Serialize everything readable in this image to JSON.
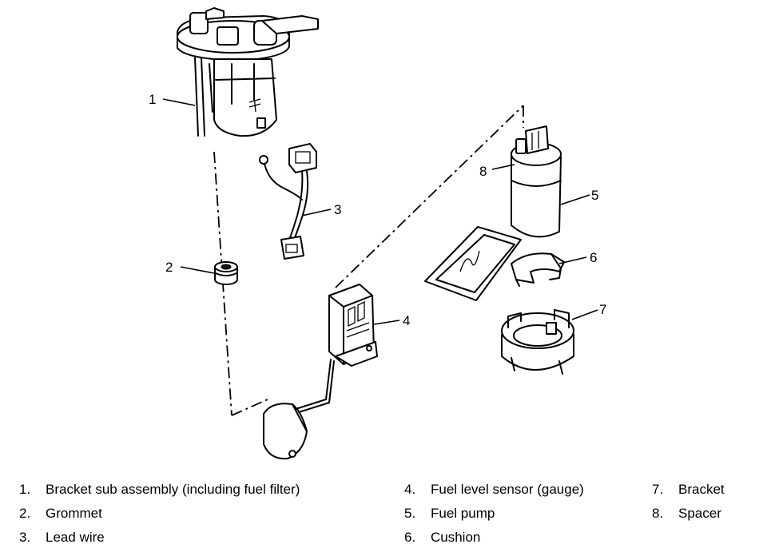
{
  "callouts": {
    "c1": "1",
    "c2": "2",
    "c3": "3",
    "c4": "4",
    "c5": "5",
    "c6": "6",
    "c7": "7",
    "c8": "8"
  },
  "legend": {
    "col_a": [
      {
        "num": "1.",
        "label": "Bracket sub assembly (including fuel filter)"
      },
      {
        "num": "2.",
        "label": "Grommet"
      },
      {
        "num": "3.",
        "label": "Lead wire"
      }
    ],
    "col_b": [
      {
        "num": "4.",
        "label": "Fuel level sensor (gauge)"
      },
      {
        "num": "5.",
        "label": "Fuel pump"
      },
      {
        "num": "6.",
        "label": "Cushion"
      }
    ],
    "col_c": [
      {
        "num": "7.",
        "label": "Bracket"
      },
      {
        "num": "8.",
        "label": "Spacer"
      }
    ]
  }
}
